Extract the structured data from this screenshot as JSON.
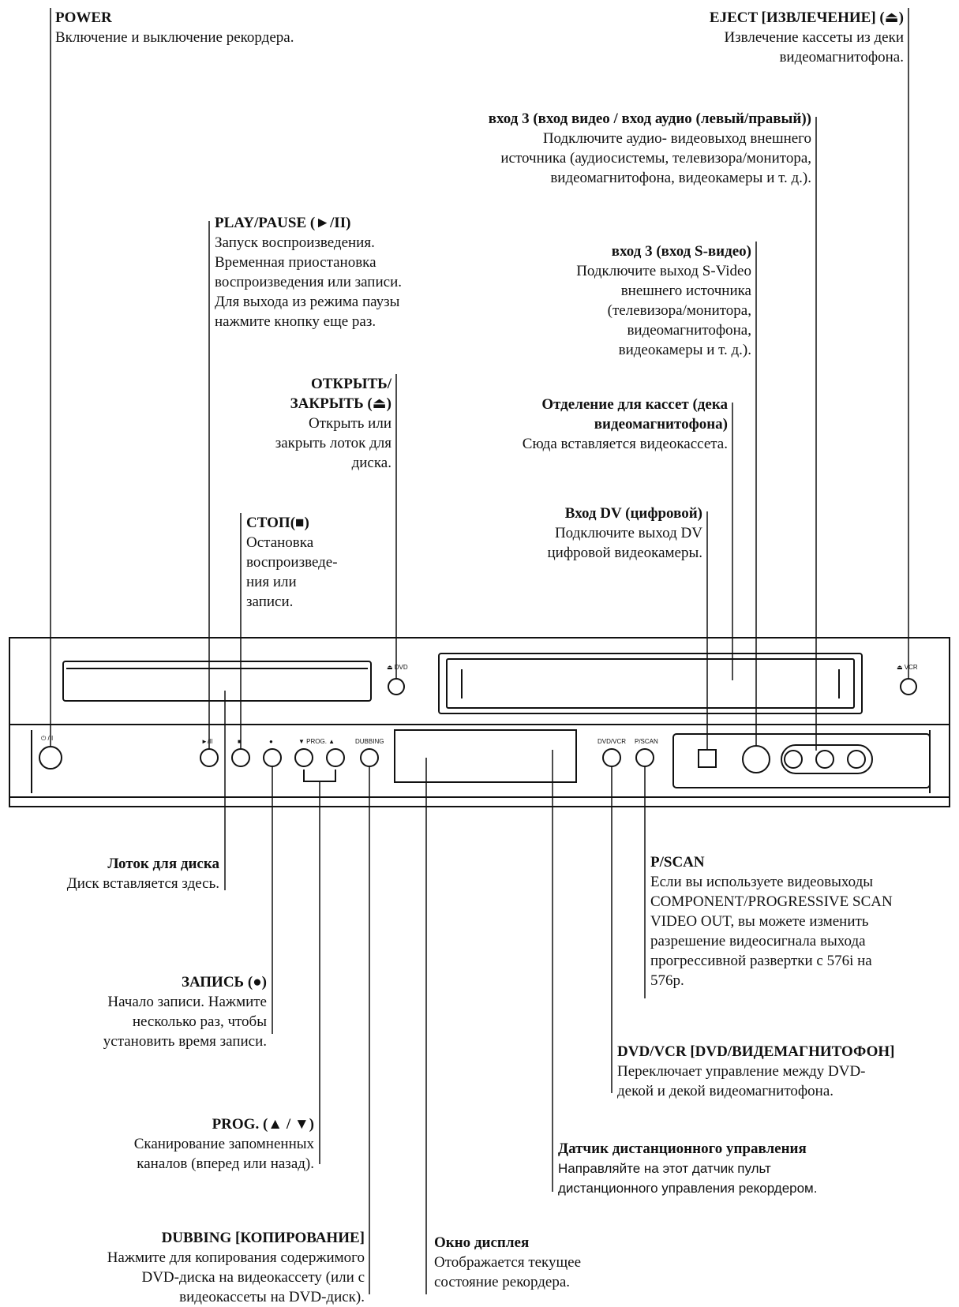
{
  "callouts": {
    "power": {
      "title": "POWER",
      "desc": "Включение и выключение рекордера."
    },
    "eject_vcr": {
      "title": "EJECT [ИЗВЛЕЧЕНИЕ] (⏏)",
      "desc": "Извлечение кассеты из деки\nвидеомагнитофона."
    },
    "input3_av": {
      "title": "вход 3 (вход видео / вход аудио (левый/правый))",
      "desc": "Подключите аудио- видеовыход внешнего\nисточника (аудиосистемы, телевизора/монитора,\nвидеомагнитофона, видеокамеры и т. д.)."
    },
    "play_pause": {
      "title": "PLAY/PAUSE (►/II)",
      "desc": "Запуск воспроизведения.\nВременная приостановка\nвоспроизведения или записи.\nДля выхода из режима паузы\nнажмите кнопку еще раз."
    },
    "input3_svideo": {
      "title": "вход 3 (вход S-видео)",
      "desc": "Подключите выход S-Video\nвнешнего источника\n(телевизора/монитора,\nвидеомагнитофона,\nвидеокамеры и т. д.)."
    },
    "open_close": {
      "title": "ОТКРЫТЬ/\nЗАКРЫТЬ (⏏)",
      "desc": "Открыть или\nзакрыть лоток для\nдиска."
    },
    "cassette_slot": {
      "title": "Отделение для кассет (дека\nвидеомагнитофона)",
      "desc": "Сюда вставляется видеокассета."
    },
    "stop": {
      "title": "СТОП(■)",
      "desc": "Остановка\nвоспроизведе-\nния или\nзаписи."
    },
    "dv_input": {
      "title": "Вход DV (цифровой)",
      "desc": "Подключите выход DV\nцифровой видеокамеры."
    },
    "disc_tray": {
      "title": "Лоток для диска",
      "desc": "Диск вставляется здесь."
    },
    "pscan": {
      "title": "P/SCAN",
      "desc": "Если вы используете видеовыходы\nCOMPONENT/PROGRESSIVE SCAN\nVIDEO OUT, вы можете изменить\nразрешение видеосигнала выхода\nпрогрессивной развертки с 576i на\n576p."
    },
    "record": {
      "title": "ЗАПИСЬ (●)",
      "desc": "Начало записи. Нажмите\nнесколько раз, чтобы\nустановить время записи."
    },
    "dvd_vcr": {
      "title": "DVD/VCR [DVD/ВИДЕМАГНИТОФОН]",
      "desc": "Переключает управление между DVD-\nдекой и декой видеомагнитофона."
    },
    "prog": {
      "title": "PROG. (▲ / ▼)",
      "desc": "Сканирование запомненных\nканалов (вперед или назад)."
    },
    "remote_sensor": {
      "title": "Датчик дистанционного управления",
      "desc": "Направляйте на этот датчик пульт\nдистанционного управления рекордером."
    },
    "dubbing": {
      "title": "DUBBING [КОПИРОВАНИЕ]",
      "desc": "Нажмите для копирования содержимого\nDVD-диска на видеокассету (или с\nвидеокассеты на DVD-диск)."
    },
    "display_window": {
      "title": "Окно дисплея",
      "desc": "Отображается текущее\nсостояние рекордера."
    }
  },
  "panel_labels": {
    "power": "⏻ / I",
    "eject_dvd": "⏏ DVD",
    "eject_vcr": "⏏ VCR",
    "play": "►/II",
    "stop": "■",
    "record": "●",
    "prog": "▼  PROG.  ▲",
    "dubbing": "DUBBING",
    "dvdvcr": "DVD/VCR",
    "pscan": "P/SCAN"
  },
  "colors": {
    "ink": "#111111",
    "panel_fill": "#ffffff"
  }
}
